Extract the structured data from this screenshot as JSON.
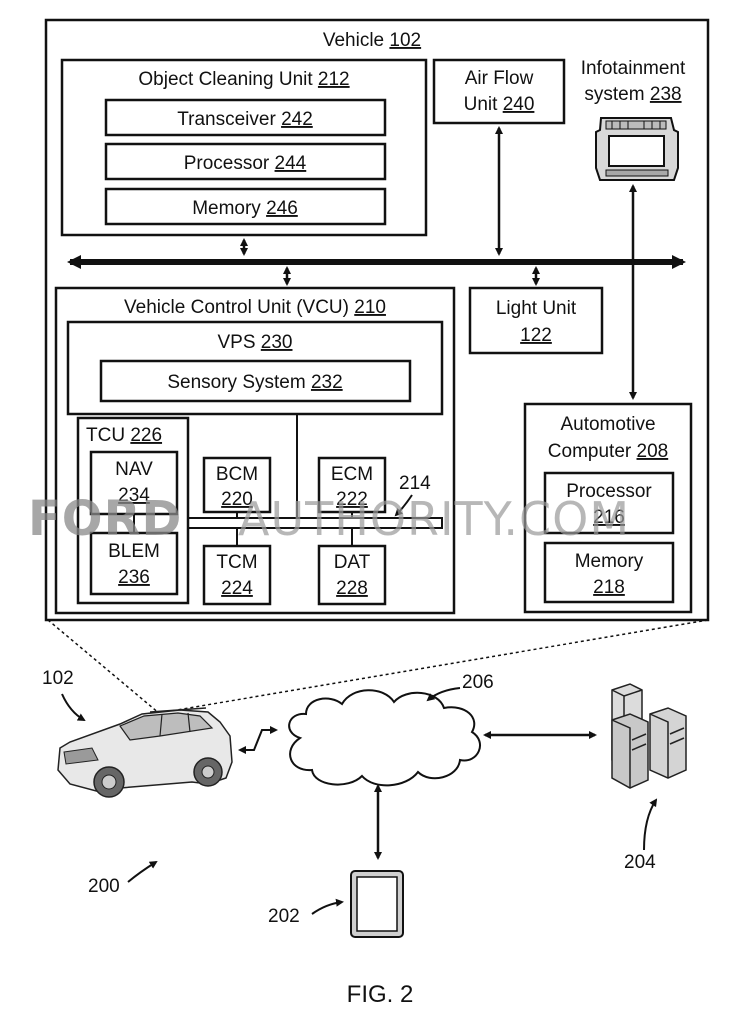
{
  "vehicle": {
    "label": "Vehicle",
    "num": "102"
  },
  "ocu": {
    "label": "Object Cleaning Unit",
    "num": "212",
    "transceiver": {
      "label": "Transceiver",
      "num": "242"
    },
    "processor": {
      "label": "Processor",
      "num": "244"
    },
    "memory": {
      "label": "Memory",
      "num": "246"
    }
  },
  "airflow": {
    "line1": "Air Flow",
    "line2": "Unit",
    "num": "240"
  },
  "infotainment": {
    "line1": "Infotainment",
    "line2": "system",
    "num": "238"
  },
  "vcu": {
    "label": "Vehicle Control Unit (VCU)",
    "num": "210"
  },
  "vps": {
    "label": "VPS",
    "num": "230"
  },
  "sensory": {
    "label": "Sensory System",
    "num": "232"
  },
  "tcu": {
    "label": "TCU",
    "num": "226"
  },
  "nav": {
    "label": "NAV",
    "num": "234"
  },
  "blem": {
    "label": "BLEM",
    "num": "236"
  },
  "bcm": {
    "label": "BCM",
    "num": "220"
  },
  "ecm": {
    "label": "ECM",
    "num": "222"
  },
  "tcm": {
    "label": "TCM",
    "num": "224"
  },
  "dat": {
    "label": "DAT",
    "num": "228"
  },
  "bus_ref": "214",
  "light": {
    "label": "Light Unit",
    "num": "122"
  },
  "auto_computer": {
    "line1": "Automotive",
    "line2": "Computer",
    "num": "208",
    "processor": {
      "label": "Processor",
      "num": "216"
    },
    "memory": {
      "label": "Memory",
      "num": "218"
    }
  },
  "refs": {
    "car": "102",
    "network": "206",
    "servers": "204",
    "system": "200",
    "tablet": "202"
  },
  "figure_caption": "FIG. 2",
  "watermark": {
    "part1": "FORD",
    "part2": "AUTHORITY.COM"
  }
}
